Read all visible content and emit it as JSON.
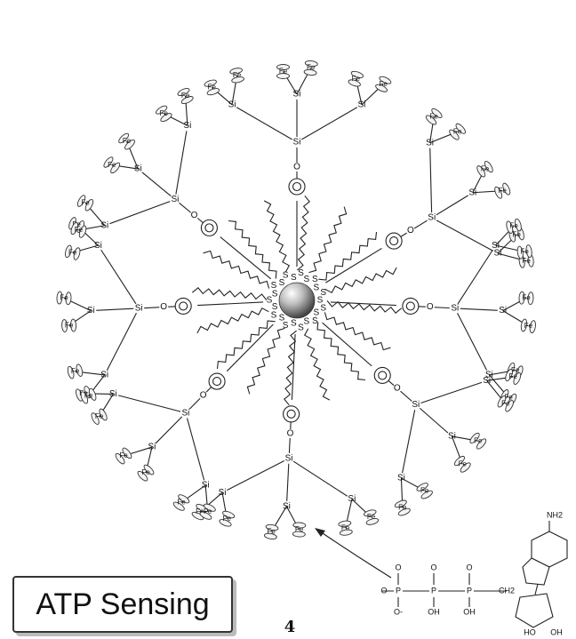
{
  "figure": {
    "caption_box": "ATP Sensing",
    "compound_number": "4",
    "labels": {
      "silicon": "Si",
      "iron": "Fe",
      "sulfur": "S",
      "oxygen": "O"
    },
    "atp": {
      "amine": "NH2",
      "ribose_CH2": "CH2",
      "ribose_hydroxyls": [
        "HO",
        "OH"
      ],
      "phosphate_hydroxyls": [
        "OH",
        "OH"
      ],
      "phosphate_oxides": [
        "O-",
        "O-"
      ]
    }
  }
}
